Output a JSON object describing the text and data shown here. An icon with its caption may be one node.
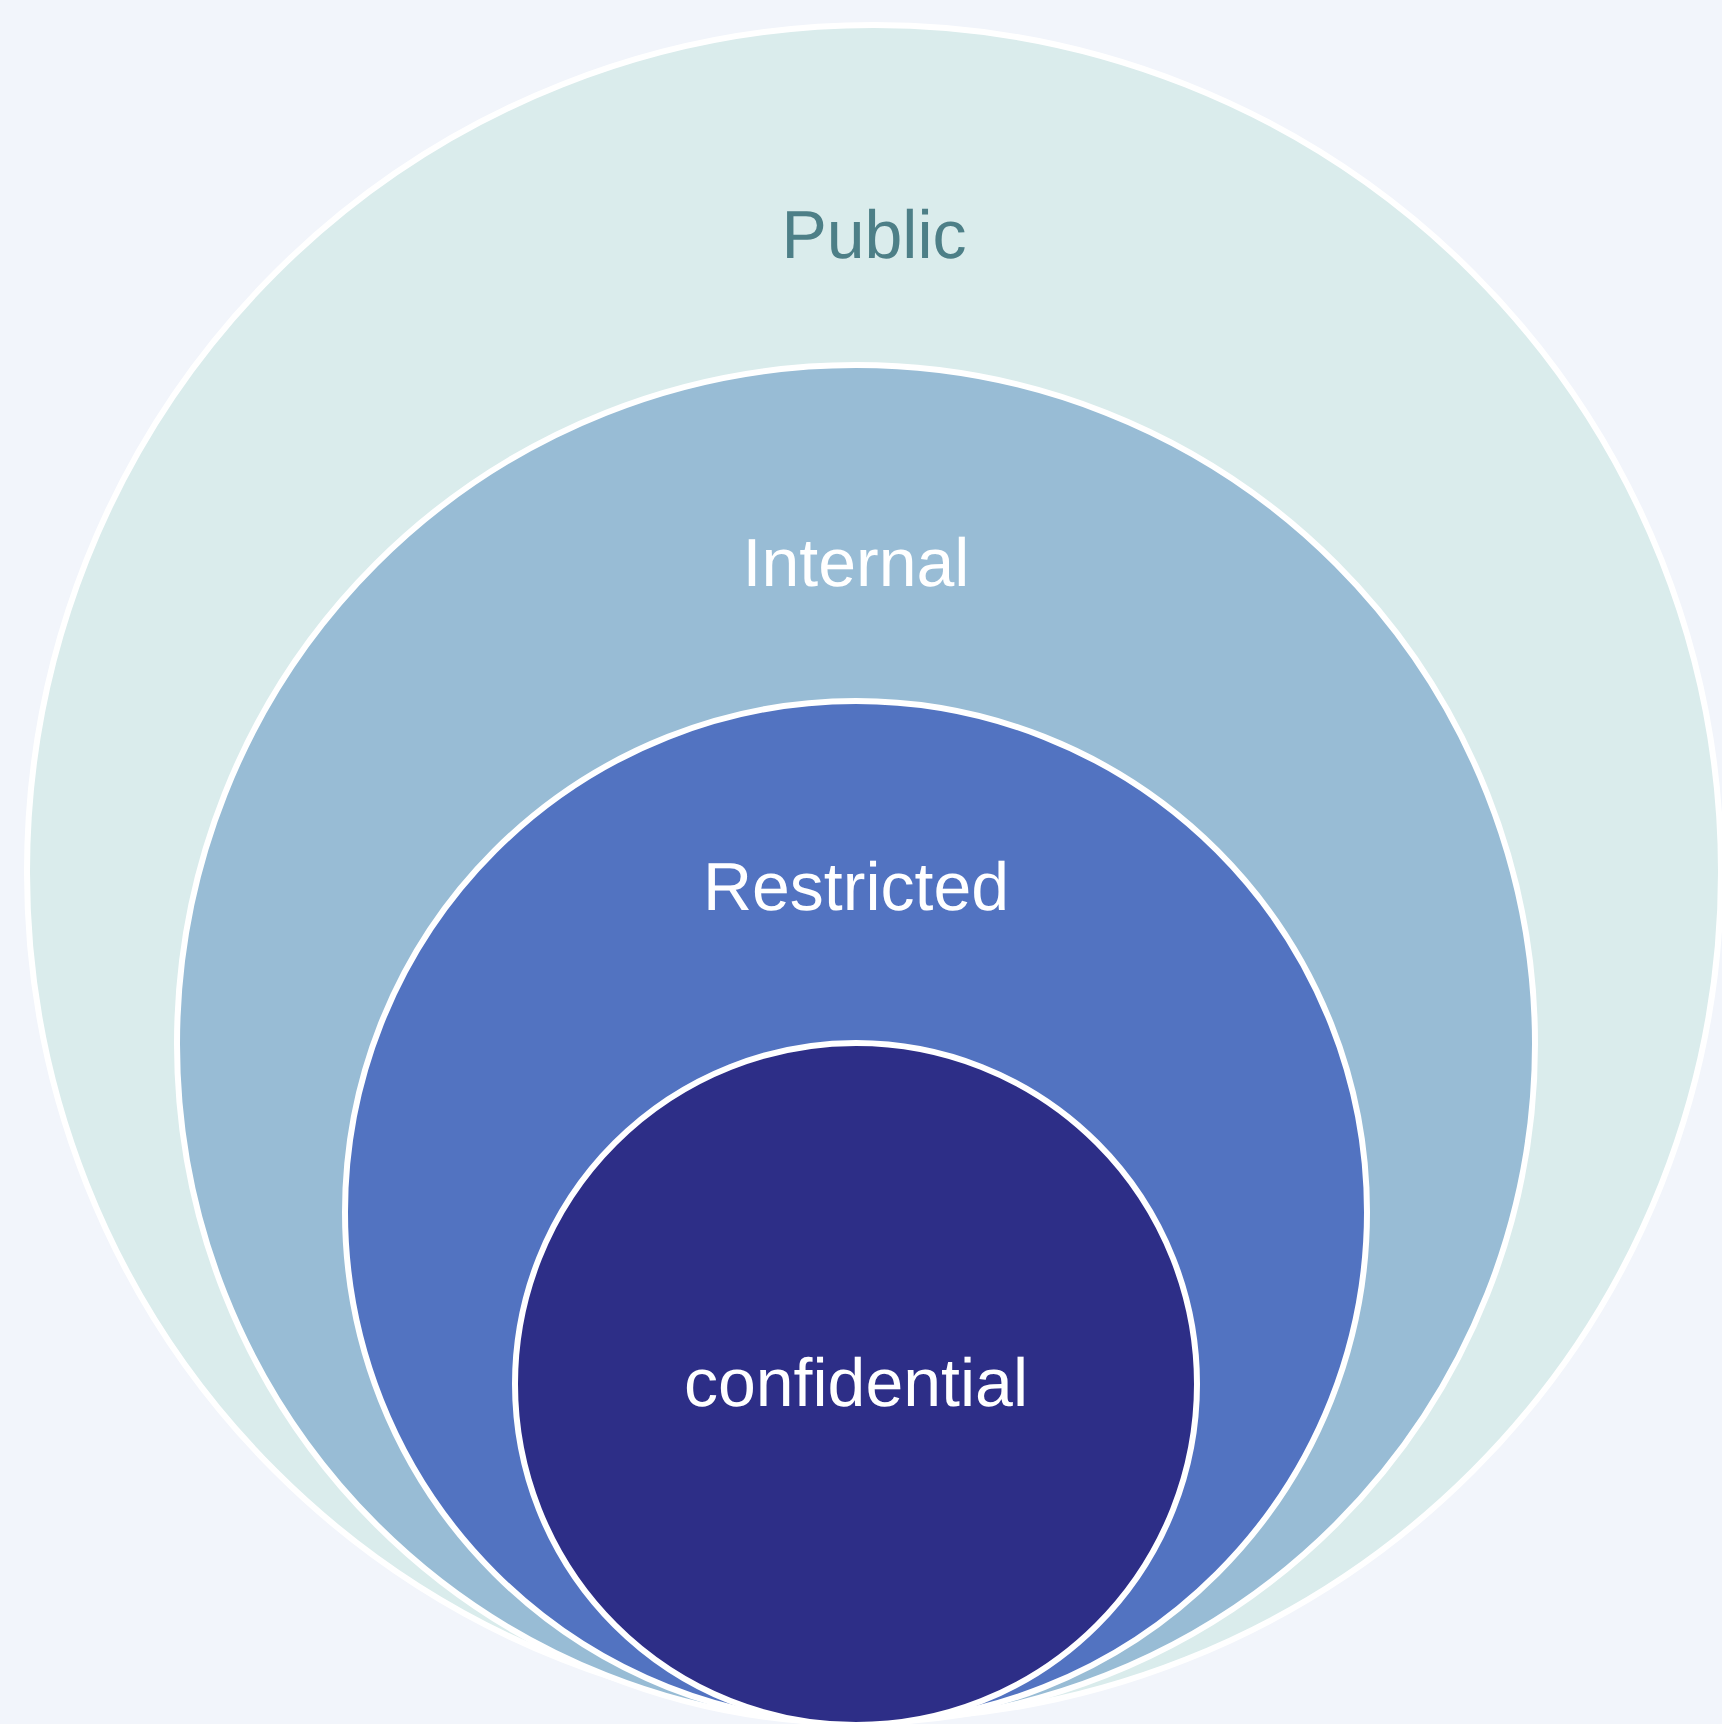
{
  "diagram": {
    "nodes": [
      {
        "text": [
          "Public"
        ]
      },
      {
        "text": [
          "Internal"
        ],
        "in": 0
      },
      {
        "text": [
          "Restricted"
        ],
        "in": 1
      },
      {
        "text": [
          "confidential"
        ],
        "in": 2
      }
    ]
  }
}
